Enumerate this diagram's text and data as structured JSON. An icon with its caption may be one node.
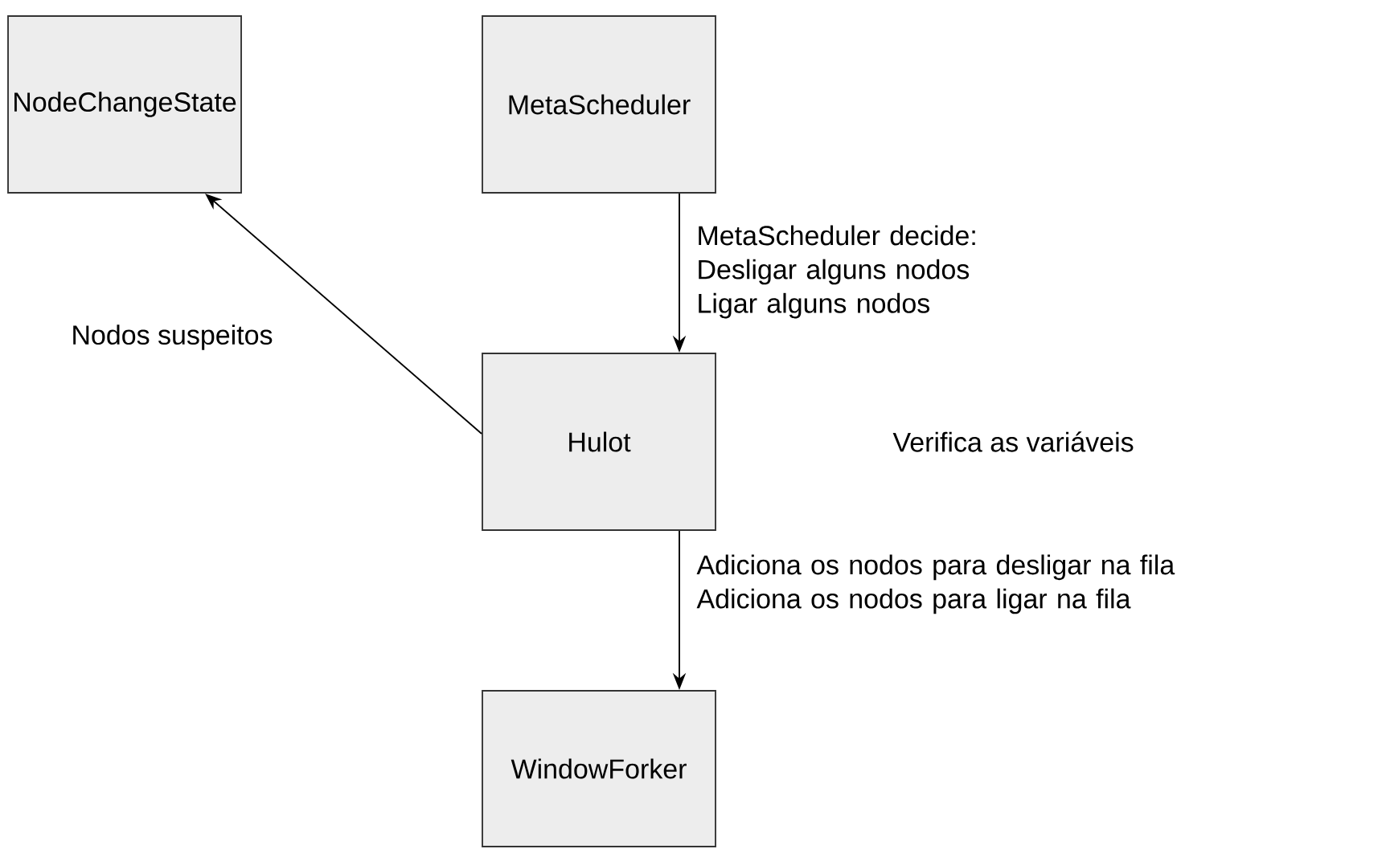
{
  "diagram": {
    "nodes": [
      {
        "text": [
          "NodeChangeState"
        ]
      },
      {
        "text": [
          "MetaScheduler"
        ]
      },
      {
        "text": [
          "Hulot"
        ]
      },
      {
        "text": [
          "WindowForker"
        ]
      }
    ],
    "edges": [
      {
        "from": 1,
        "to": 2,
        "arrow": "to",
        "label": "MetaScheduler decide: Desligar alguns nodos Ligar alguns nodos"
      },
      {
        "from": 2,
        "to": 0,
        "arrow": "to",
        "label": "Nodos suspeitos"
      },
      {
        "from": 2,
        "to": 3,
        "arrow": "to",
        "label": "Adiciona os nodos para desligar na fila Adiciona os nodos para ligar na fila"
      }
    ],
    "labels": [
      "Verifica as variáveis"
    ]
  }
}
